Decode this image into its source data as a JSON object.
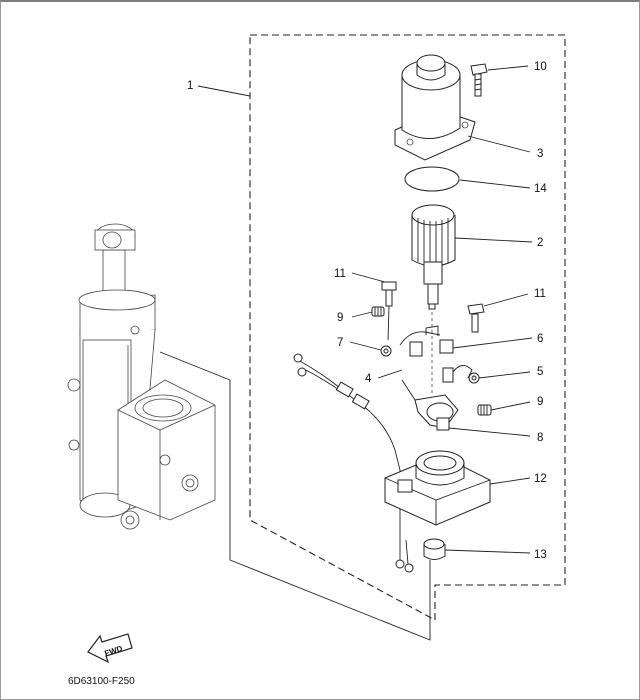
{
  "diagram": {
    "callouts": [
      {
        "id": "c1",
        "text": "1"
      },
      {
        "id": "c10",
        "text": "10"
      },
      {
        "id": "c3",
        "text": "3"
      },
      {
        "id": "c14",
        "text": "14"
      },
      {
        "id": "c2",
        "text": "2"
      },
      {
        "id": "c11a",
        "text": "11"
      },
      {
        "id": "c11b",
        "text": "11"
      },
      {
        "id": "c9a",
        "text": "9"
      },
      {
        "id": "c6",
        "text": "6"
      },
      {
        "id": "c7",
        "text": "7"
      },
      {
        "id": "c5",
        "text": "5"
      },
      {
        "id": "c4",
        "text": "4"
      },
      {
        "id": "c9b",
        "text": "9"
      },
      {
        "id": "c8",
        "text": "8"
      },
      {
        "id": "c12",
        "text": "12"
      },
      {
        "id": "c13",
        "text": "13"
      }
    ],
    "fwd_arrow_text": "FWD",
    "drawing_code": "6D63100-F250"
  }
}
